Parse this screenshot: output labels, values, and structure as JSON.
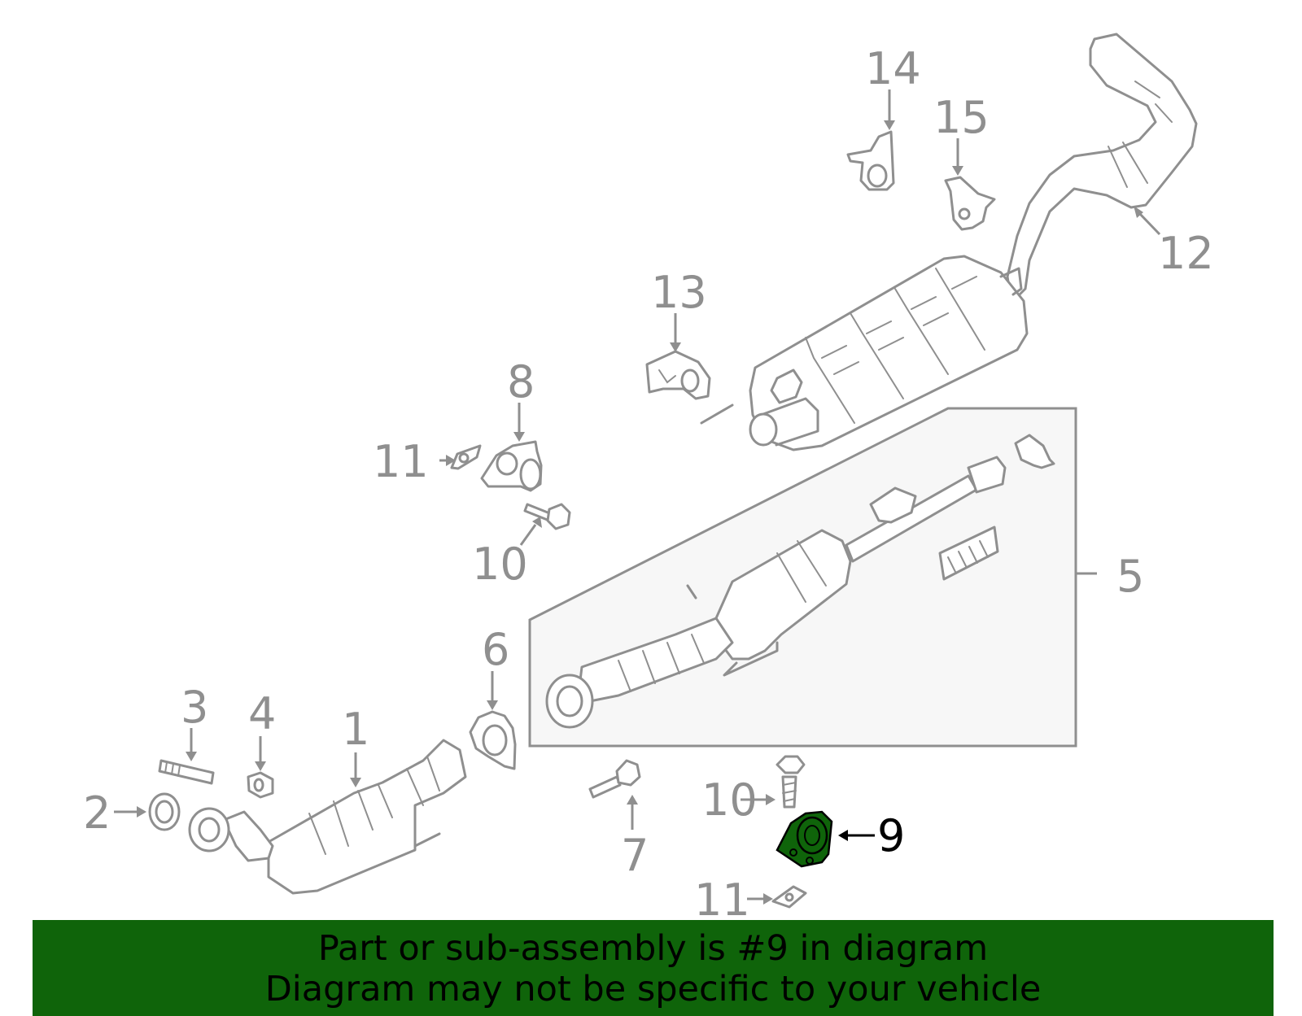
{
  "diagram": {
    "highlight_color": "#0f640a",
    "line_color": "#8f8f8f",
    "callouts": {
      "c1": "1",
      "c2": "2",
      "c3": "3",
      "c4": "4",
      "c5": "5",
      "c6": "6",
      "c7": "7",
      "c8": "8",
      "c9": "9",
      "c10a": "10",
      "c10b": "10",
      "c11a": "11",
      "c11b": "11",
      "c12": "12",
      "c13": "13",
      "c14": "14",
      "c15": "15"
    }
  },
  "banner": {
    "line1": "Part or sub-assembly is #9 in diagram",
    "line2": "Diagram may not be specific to your vehicle"
  }
}
